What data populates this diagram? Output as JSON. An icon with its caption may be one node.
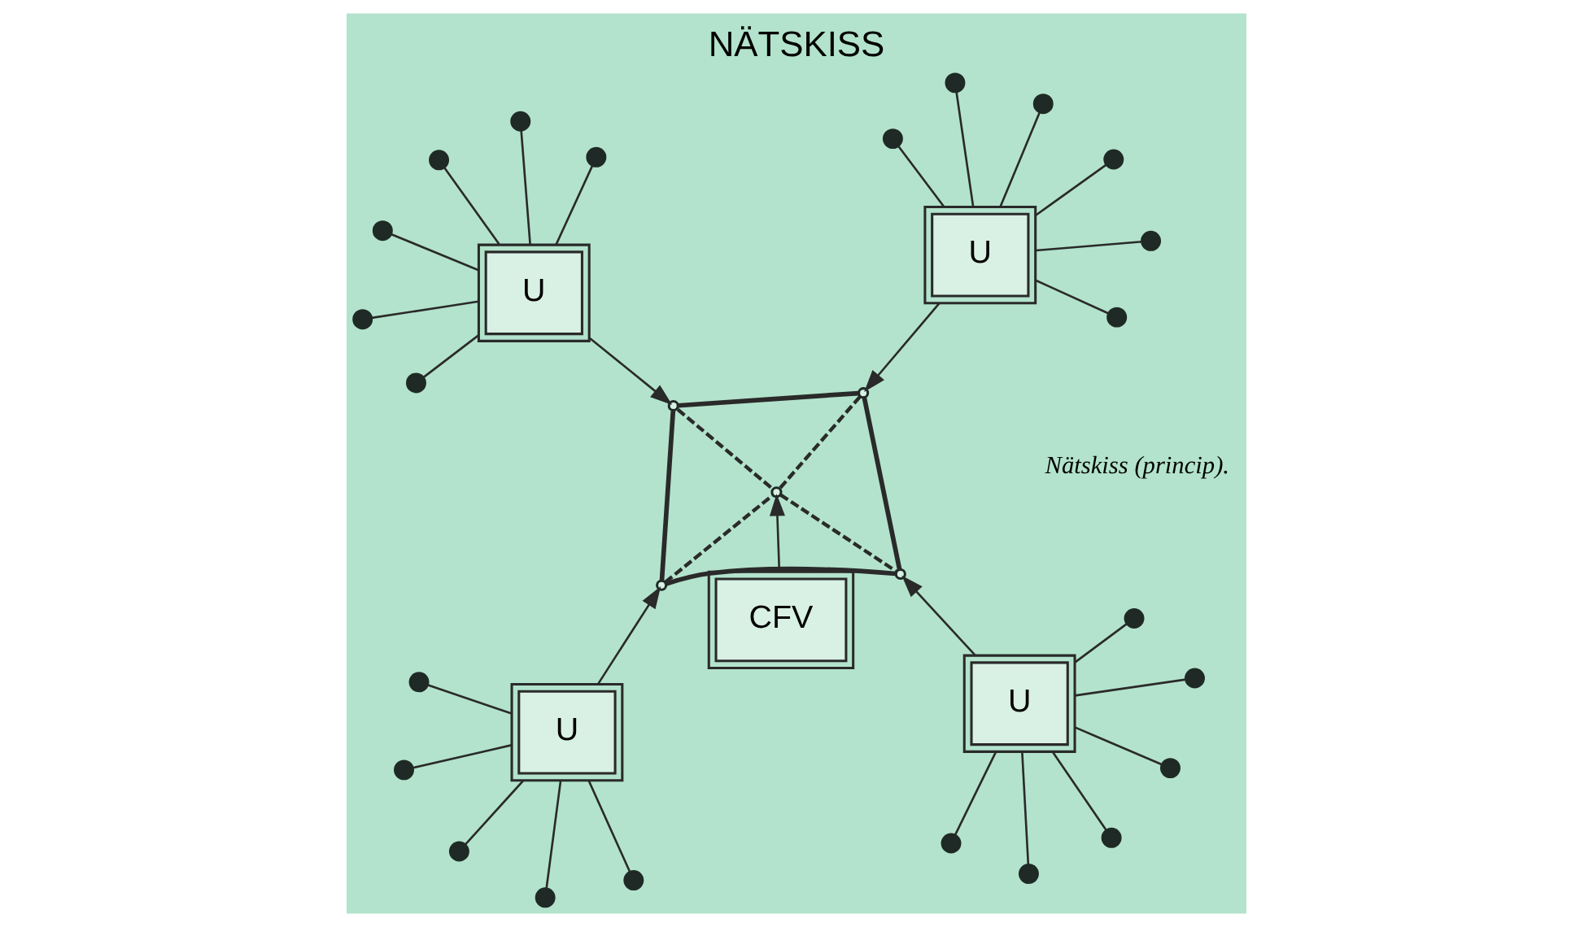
{
  "diagram": {
    "title": "NÄTSKISS",
    "caption": "Nätskiss (princip).",
    "nodes": [
      {
        "text": [
          "U"
        ]
      },
      {
        "text": [
          "U"
        ]
      },
      {
        "text": [
          "CFV"
        ]
      },
      {
        "text": [
          "U"
        ]
      },
      {
        "text": [
          "U"
        ]
      },
      {
        "text": [],
        "shape": "point"
      },
      {
        "text": [],
        "shape": "point"
      },
      {
        "text": [],
        "shape": "point"
      },
      {
        "text": [],
        "shape": "point"
      },
      {
        "text": [],
        "shape": "point"
      },
      {
        "text": [],
        "shape": "circle"
      },
      {
        "text": [],
        "shape": "circle"
      },
      {
        "text": [],
        "shape": "circle"
      },
      {
        "text": [],
        "shape": "circle"
      },
      {
        "text": [],
        "shape": "circle"
      },
      {
        "text": [],
        "shape": "circle"
      },
      {
        "text": [],
        "shape": "circle"
      },
      {
        "text": [],
        "shape": "circle"
      },
      {
        "text": [],
        "shape": "circle"
      },
      {
        "text": [],
        "shape": "circle"
      },
      {
        "text": [],
        "shape": "circle"
      },
      {
        "text": [],
        "shape": "circle"
      },
      {
        "text": [],
        "shape": "circle"
      },
      {
        "text": [],
        "shape": "circle"
      },
      {
        "text": [],
        "shape": "circle"
      },
      {
        "text": [],
        "shape": "circle"
      },
      {
        "text": [],
        "shape": "circle"
      },
      {
        "text": [],
        "shape": "circle"
      },
      {
        "text": [],
        "shape": "circle"
      },
      {
        "text": [],
        "shape": "circle"
      },
      {
        "text": [],
        "shape": "circle"
      },
      {
        "text": [],
        "shape": "circle"
      },
      {
        "text": [],
        "shape": "circle"
      }
    ],
    "edges": [
      {
        "from": 0,
        "to": 5,
        "arrow": "to"
      },
      {
        "from": 1,
        "to": 6,
        "arrow": "to"
      },
      {
        "from": 2,
        "to": 7,
        "arrow": "to"
      },
      {
        "from": 3,
        "to": 8,
        "arrow": "to"
      },
      {
        "from": 4,
        "to": 9,
        "arrow": "to"
      },
      {
        "from": 5,
        "to": 6,
        "arrow": "none",
        "style": "thick"
      },
      {
        "from": 6,
        "to": 9,
        "arrow": "none",
        "style": "thick"
      },
      {
        "from": 9,
        "to": 8,
        "arrow": "none",
        "style": "thick"
      },
      {
        "from": 8,
        "to": 5,
        "arrow": "none",
        "style": "thick"
      },
      {
        "from": 5,
        "to": 7,
        "arrow": "none",
        "style": "dashed"
      },
      {
        "from": 7,
        "to": 9,
        "arrow": "none",
        "style": "dashed"
      },
      {
        "from": 6,
        "to": 7,
        "arrow": "none",
        "style": "dashed"
      },
      {
        "from": 7,
        "to": 8,
        "arrow": "none",
        "style": "dashed"
      },
      {
        "from": 0,
        "to": 10,
        "arrow": "none"
      },
      {
        "from": 0,
        "to": 11,
        "arrow": "none"
      },
      {
        "from": 0,
        "to": 12,
        "arrow": "none"
      },
      {
        "from": 0,
        "to": 13,
        "arrow": "none"
      },
      {
        "from": 0,
        "to": 14,
        "arrow": "none"
      },
      {
        "from": 0,
        "to": 15,
        "arrow": "none"
      },
      {
        "from": 1,
        "to": 16,
        "arrow": "none"
      },
      {
        "from": 1,
        "to": 17,
        "arrow": "none"
      },
      {
        "from": 1,
        "to": 18,
        "arrow": "none"
      },
      {
        "from": 1,
        "to": 19,
        "arrow": "none"
      },
      {
        "from": 1,
        "to": 20,
        "arrow": "none"
      },
      {
        "from": 3,
        "to": 21,
        "arrow": "none"
      },
      {
        "from": 3,
        "to": 22,
        "arrow": "none"
      },
      {
        "from": 3,
        "to": 23,
        "arrow": "none"
      },
      {
        "from": 3,
        "to": 24,
        "arrow": "none"
      },
      {
        "from": 3,
        "to": 25,
        "arrow": "none"
      },
      {
        "from": 3,
        "to": 26,
        "arrow": "none"
      },
      {
        "from": 4,
        "to": 27,
        "arrow": "none"
      },
      {
        "from": 4,
        "to": 28,
        "arrow": "none"
      },
      {
        "from": 4,
        "to": 29,
        "arrow": "none"
      },
      {
        "from": 4,
        "to": 30,
        "arrow": "none"
      },
      {
        "from": 4,
        "to": 31,
        "arrow": "none"
      },
      {
        "from": 4,
        "to": 32,
        "arrow": "none"
      }
    ]
  }
}
